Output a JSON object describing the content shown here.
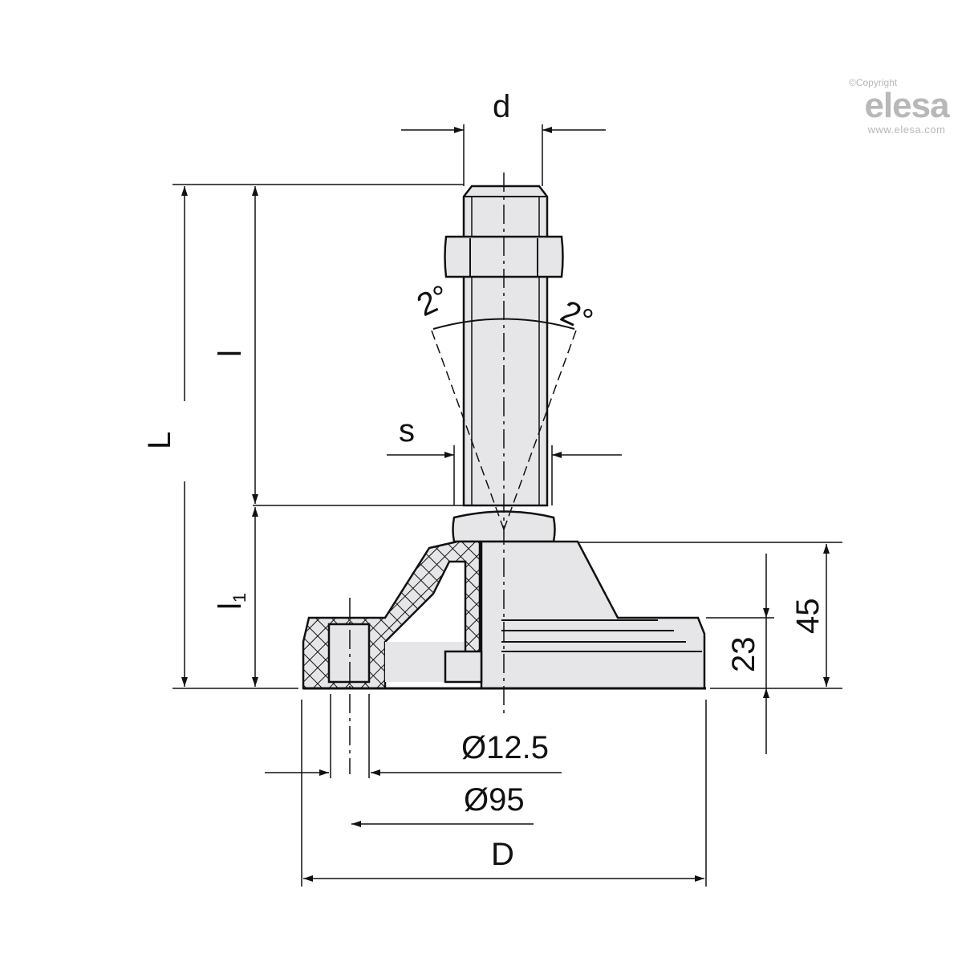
{
  "watermark": {
    "copyright": "©Copyright",
    "brand": "elesa",
    "url": "www.elesa.com",
    "color": "#b8b8b8"
  },
  "drawing": {
    "title": "Levelling element technical drawing",
    "fill_color": "#e6e6e8",
    "line_color": "#111111",
    "dimensions": {
      "thread_diameter": "d",
      "overall_length": "L",
      "thread_length": "l",
      "base_height_label": "l",
      "base_height_subscript": "1",
      "wrench_size": "s",
      "tilt_left": "2°",
      "tilt_right": "2°",
      "height_23": "23",
      "height_45": "45",
      "hole_diameter": "Ø12.5",
      "hole_circle_diameter": "Ø95",
      "base_diameter": "D"
    }
  }
}
